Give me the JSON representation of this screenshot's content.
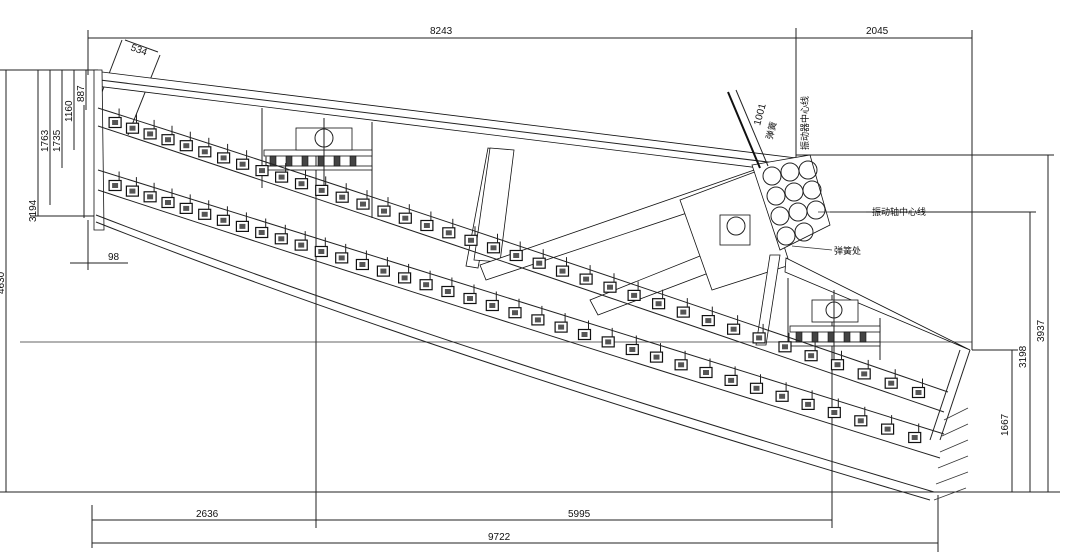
{
  "colors": {
    "line": "#222222",
    "background": "#ffffff"
  },
  "dimensions": {
    "top_length": "8243",
    "top_right": "2045",
    "angle_534": "534",
    "h887": "887",
    "h1160": "1160",
    "h1735": "1735",
    "h1763": "1763",
    "h3194": "3194",
    "h_left_outer": "4630",
    "d98": "98",
    "bottom_left": "2636",
    "bottom_mid": "5995",
    "bottom_total": "9722",
    "right_3937": "3937",
    "right_3198": "3198",
    "right_1667": "1667",
    "d1001": "1001"
  },
  "labels": {
    "vibration_center_top": "振动器中心线",
    "vibration_axis_center": "振动轴中心线",
    "spring_position": "弹簧处",
    "spring_label": "弹簧"
  }
}
